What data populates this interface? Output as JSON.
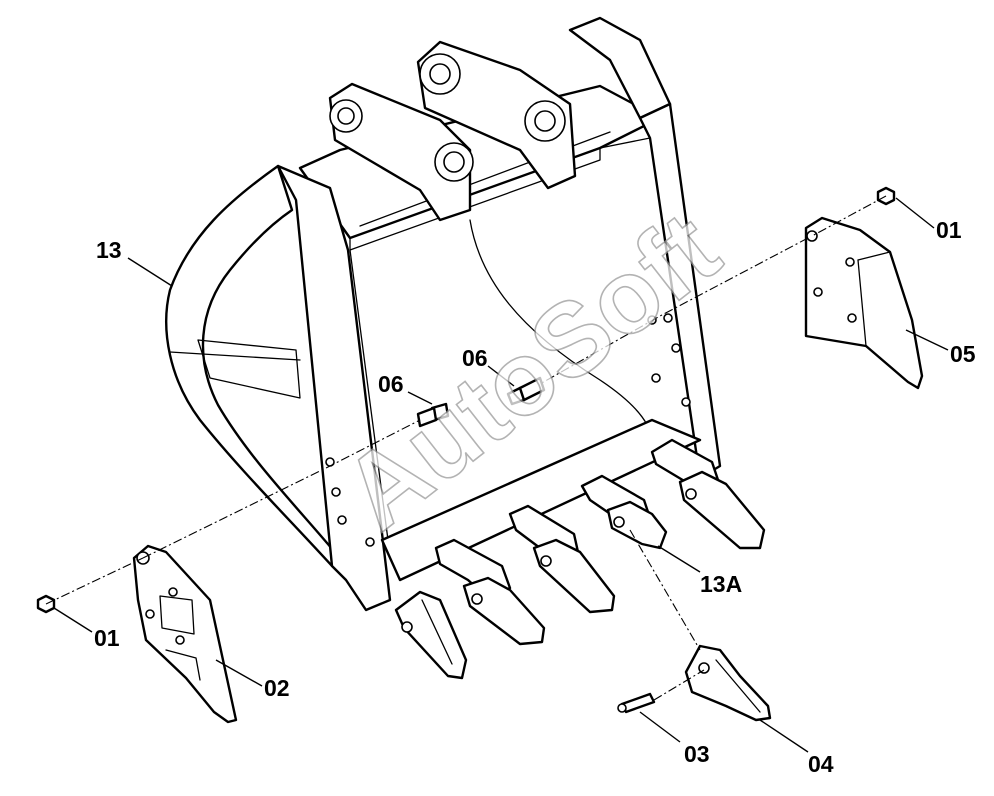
{
  "diagram": {
    "type": "exploded parts drawing",
    "watermark": "AutoSoft",
    "callouts": {
      "bucket": "13",
      "tooth_adapter": "13A",
      "nut_right": "01",
      "nut_left": "01",
      "side_cutter_left": "02",
      "tooth_pin": "03",
      "tooth": "04",
      "side_cutter_right": "05",
      "bolt_left": "06",
      "bolt_right": "06"
    }
  }
}
